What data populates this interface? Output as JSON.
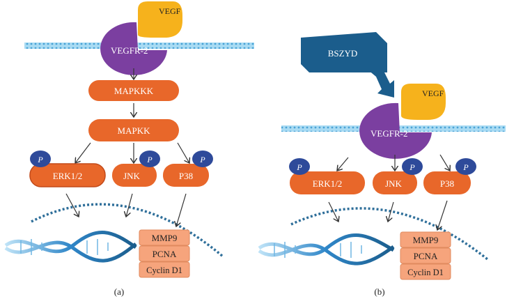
{
  "panel_a": {
    "caption": "(a)",
    "ligand": "VEGF",
    "receptor": "VEGFR-2",
    "mapkkk": "MAPKKK",
    "mapkk": "MAPKK",
    "erk": "ERK1/2",
    "jnk": "JNK",
    "p38": "P38",
    "phospho": "P",
    "targets": [
      "MMP9",
      "PCNA",
      "Cyclin D1"
    ]
  },
  "panel_b": {
    "caption": "(b)",
    "drug": "BSZYD",
    "ligand": "VEGF",
    "receptor": "VEGFR-2",
    "erk": "ERK1/2",
    "jnk": "JNK",
    "p38": "P38",
    "phospho": "P",
    "targets": [
      "MMP9",
      "PCNA",
      "Cyclin D1"
    ]
  },
  "colors": {
    "orange": "#e8672a",
    "purple": "#7b3fa0",
    "yellow": "#f6b21c",
    "blue_badge": "#2e4a9a",
    "salmon": "#f6a47c",
    "membrane": "#7ec6ea",
    "nucleus_dash": "#2f6f9a",
    "dna": "#3a8fd0",
    "drug_box": "#1b5d8c"
  }
}
